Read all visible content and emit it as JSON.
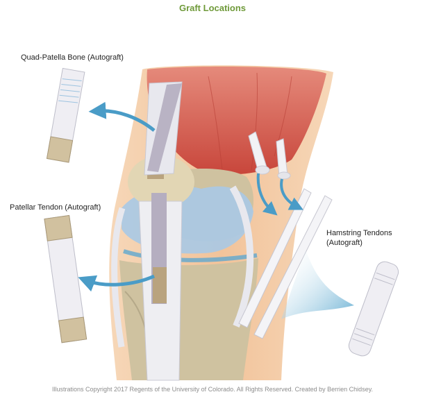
{
  "title": "Graft Locations",
  "labels": {
    "quad_patella": "Quad-Patella Bone (Autograft)",
    "patellar_tendon": "Patellar Tendon (Autograft)",
    "hamstring_line1": "Hamstring Tendons",
    "hamstring_line2": "(Autograft)"
  },
  "copyright": "Illustrations Copyright 2017 Regents of the University of Colorado.  All Rights Reserved. Created by Berrien Chidsey.",
  "colors": {
    "title": "#6f9a3a",
    "arrow": "#4a9cc7",
    "muscle": "#d4574a",
    "skin": "#f3c9a3",
    "bone": "#d8c9a4",
    "tendon": "#eeeef2",
    "cartilage": "#a9c9e6"
  },
  "icons": [
    "curved-arrow-icon"
  ]
}
